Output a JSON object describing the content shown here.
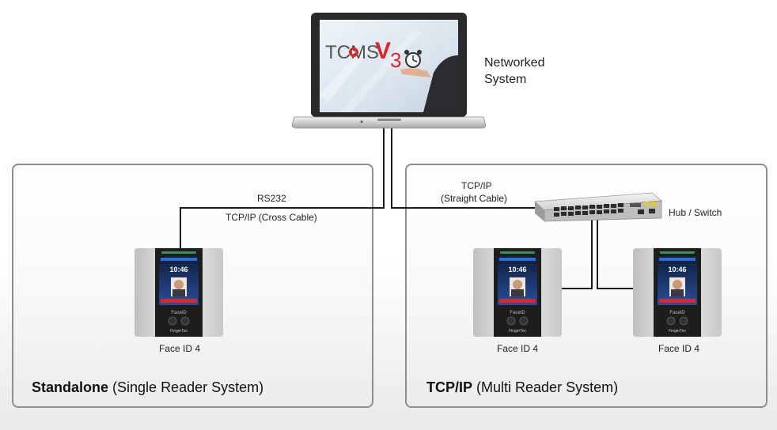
{
  "laptop": {
    "logo_text_a": "TCMS",
    "logo_text_b": "V",
    "logo_text_c": "3",
    "caption_line1": "Networked",
    "caption_line2": "System"
  },
  "standalone": {
    "title_bold": "Standalone",
    "title_rest": "(Single Reader System)",
    "cable_label_1": "RS232",
    "cable_label_2": "TCP/IP (Cross Cable)",
    "device_label": "Face ID 4"
  },
  "network": {
    "title_bold": "TCP/IP",
    "title_rest": "(Multi Reader System)",
    "cable_label_1": "TCP/IP",
    "cable_label_2": "(Straight Cable)",
    "switch_label": "Hub / Switch",
    "device_labels": [
      "Face ID 4",
      "Face ID 4"
    ]
  },
  "device_screen": {
    "time": "10:46",
    "brand": "FaceID",
    "maker": "FingerTec"
  },
  "colors": {
    "panel_border": "#8e8e8e",
    "cable": "#1a1a1a",
    "logo_red": "#d8262c",
    "screen_blue": "#2a6fd6"
  }
}
